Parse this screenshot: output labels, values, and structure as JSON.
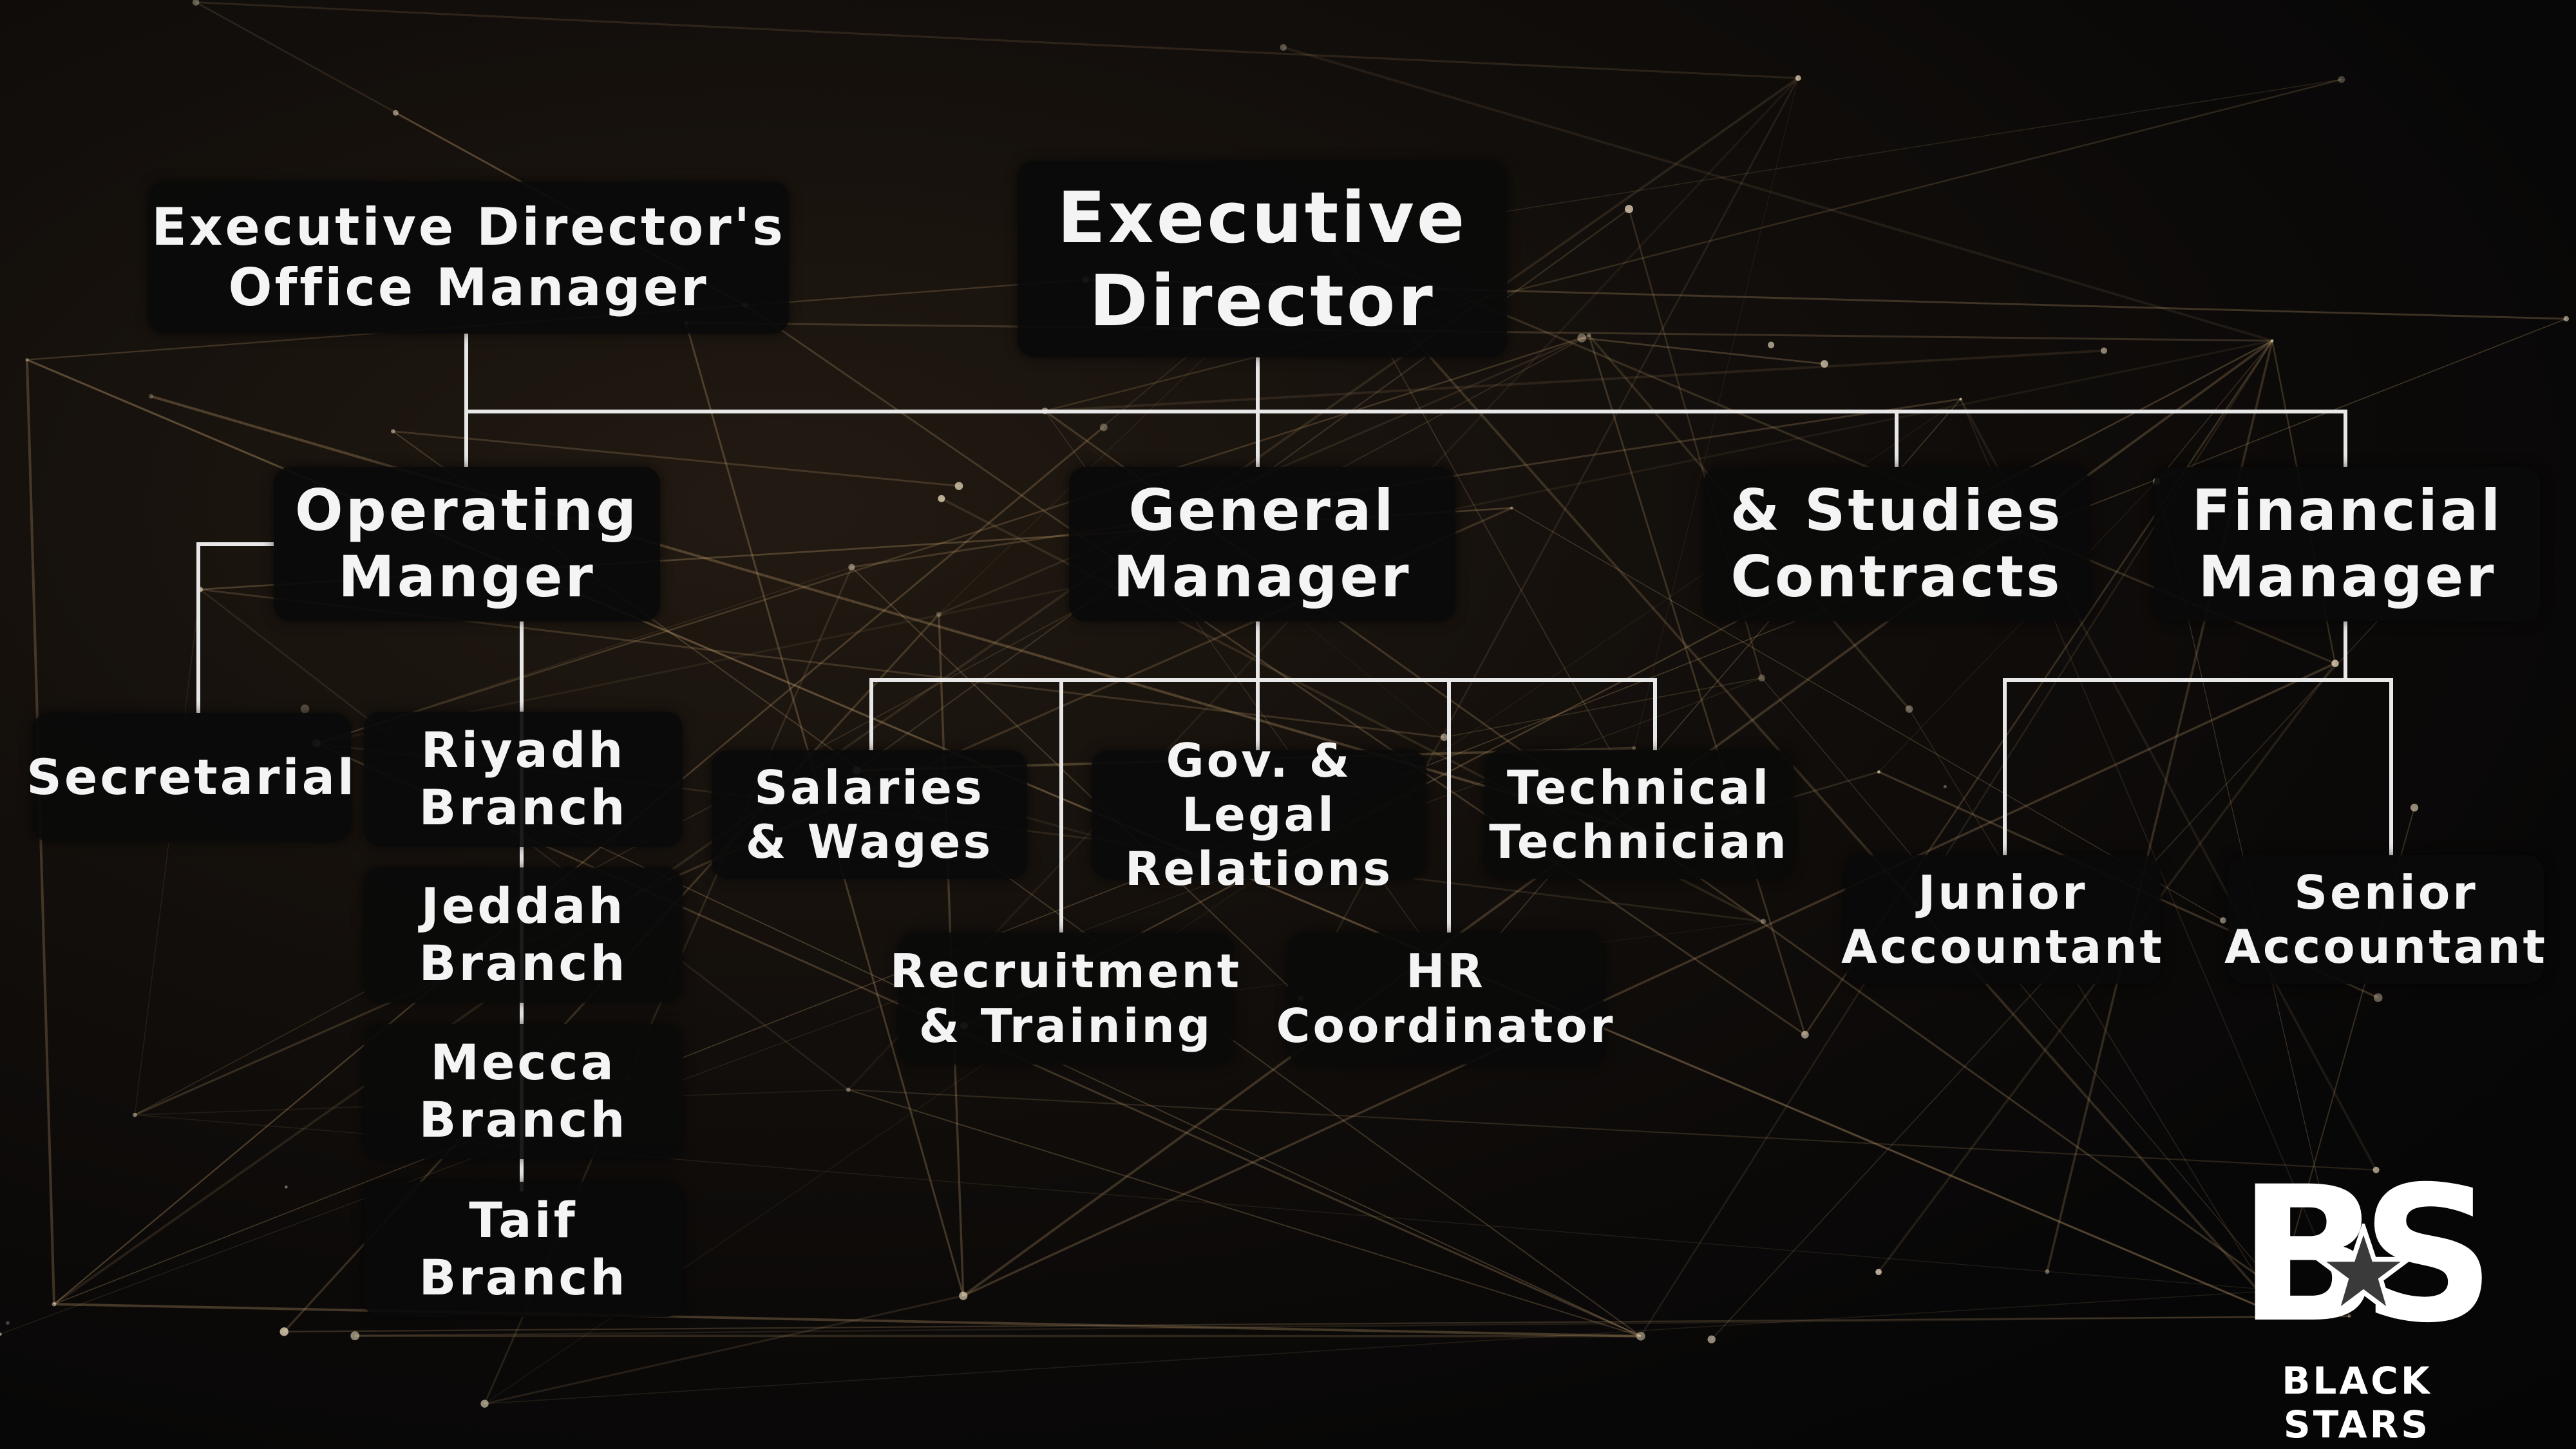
{
  "org_chart": {
    "executive_director": "Executive\nDirector",
    "office_manager": "Executive Director's\nOffice Manager",
    "operating_manager": "Operating\nManger",
    "general_manager": "General\nManager",
    "studies_contracts": "& Studies\nContracts",
    "financial_manager": "Financial\nManager",
    "secretarial": "Secretarial",
    "branches": [
      "Riyadh\nBranch",
      "Jeddah\nBranch",
      "Mecca\nBranch",
      "Taif\nBranch"
    ],
    "salaries_wages": "Salaries\n& Wages",
    "gov_legal_relations": "Gov. & Legal\nRelations",
    "technical_technician": "Technical\nTechnician",
    "recruitment_training": "Recruitment\n& Training",
    "hr_coordinator": "HR\nCoordinator",
    "junior_accountant": "Junior\nAccountant",
    "senior_accountant": "Senior\nAccountant"
  },
  "logo": {
    "mark": "BS",
    "name": "BLACK STARS"
  },
  "colors": {
    "background": "#080707",
    "node_fill": "#0a0a0a",
    "text": "#f4f4f4",
    "connector": "#e8e8e8",
    "star_glow": "#c9a472"
  }
}
